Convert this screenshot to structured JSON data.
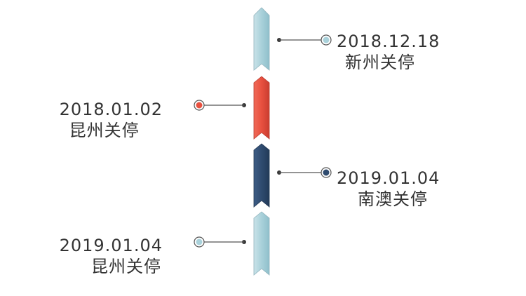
{
  "events": [
    {
      "date": "2018.12.18",
      "place": "新州关停",
      "color": "#a9d1da"
    },
    {
      "date": "2018.01.02",
      "place": "昆州关停",
      "color": "#e8503f"
    },
    {
      "date": "2019.01.04",
      "place": "南澳关停",
      "color": "#2f4b6f"
    },
    {
      "date": "2019.01.04",
      "place": "昆州关停",
      "color": "#a9d1da"
    }
  ]
}
